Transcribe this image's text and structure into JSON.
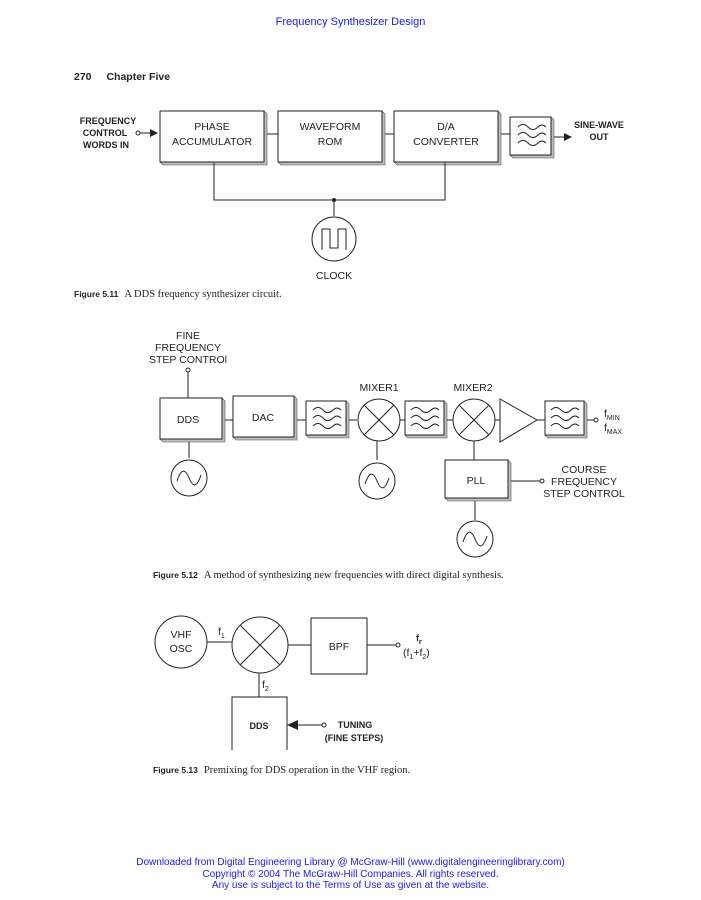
{
  "running_head": "Frequency Synthesizer Design",
  "page_header": {
    "page_number": "270",
    "chapter": "Chapter Five"
  },
  "figure_5_11": {
    "input_label": [
      "FREQUENCY",
      "CONTROL",
      "WORDS IN"
    ],
    "blocks": [
      {
        "line1": "PHASE",
        "line2": "ACCUMULATOR"
      },
      {
        "line1": "WAVEFORM",
        "line2": "ROM"
      },
      {
        "line1": "D/A",
        "line2": "CONVERTER"
      }
    ],
    "filter_icon": "lowpass-filter-icon",
    "output_label": [
      "SINE-WAVE",
      "OUT"
    ],
    "clock_icon": "square-wave-clock-icon",
    "clock_label": "CLOCK",
    "caption_number": "Figure 5.11",
    "caption_text": "A DDS frequency synthesizer circuit."
  },
  "figure_5_12": {
    "fine_control_label": [
      "FINE",
      "FREQUENCY",
      "STEP CONTROl"
    ],
    "dds_label": "DDS",
    "dac_label": "DAC",
    "mixer1_label": "MIXER1",
    "mixer2_label": "MIXER2",
    "pll_label": "PLL",
    "course_control_label": [
      "COURSE",
      "FREQUENCY",
      "STEP CONTROL"
    ],
    "output_fmin": "f",
    "output_fmin_sub": "MIN",
    "output_fmax": "f",
    "output_fmax_sub": "MAX",
    "oscillator_icon": "sine-oscillator-icon",
    "amplifier_icon": "amplifier-triangle-icon",
    "caption_number": "Figure 5.12",
    "caption_text": "A method of synthesizing new frequencies with direct digital synthesis."
  },
  "figure_5_13": {
    "osc_label": [
      "VHF",
      "OSC"
    ],
    "f1_label": "f",
    "f1_sub": "1",
    "f2_label": "f",
    "f2_sub": "2",
    "bpf_label": "BPF",
    "out_label": "f",
    "out_sub": "r",
    "out_formula_open": "(f",
    "out_formula_s1": "1",
    "out_formula_plus": "+f",
    "out_formula_s2": "2",
    "out_formula_close": ")",
    "dds_label": "DDS",
    "tuning_label": [
      "TUNING",
      "(FINE STEPS)"
    ],
    "mixer_icon": "mixer-x-icon",
    "caption_number": "Figure 5.13",
    "caption_text": "Premixing for DDS operation in the VHF region."
  },
  "footer": {
    "line1": "Downloaded from Digital Engineering Library @ McGraw-Hill (www.digitalengineeringlibrary.com)",
    "line2": "Copyright © 2004 The McGraw-Hill Companies. All rights reserved.",
    "line3": "Any use is subject to the Terms of Use as given at the website."
  },
  "colors": {
    "link_blue": "#1a1af0",
    "ink": "#222222"
  }
}
